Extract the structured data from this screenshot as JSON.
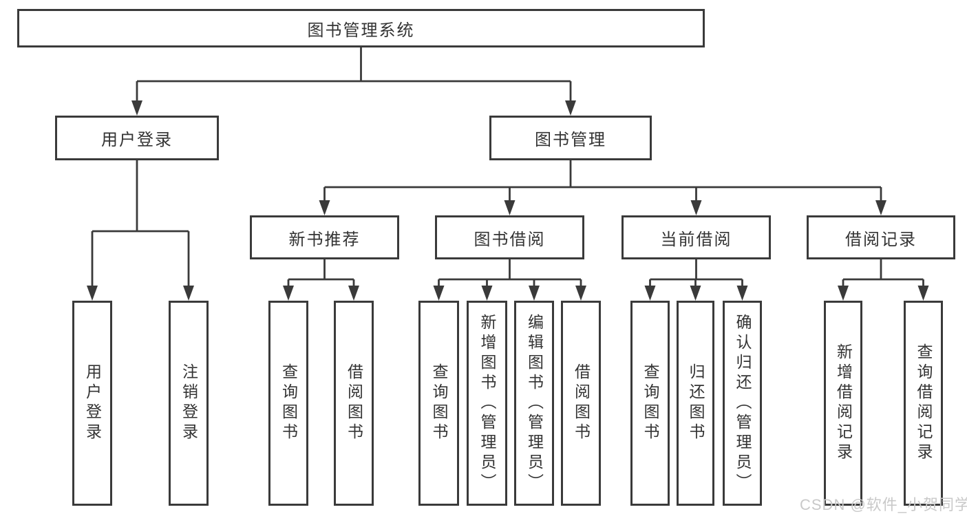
{
  "tree": {
    "label": "图书管理系统",
    "children": [
      {
        "label": "用户登录",
        "children": [
          {
            "label": "用户登录"
          },
          {
            "label": "注销登录"
          }
        ]
      },
      {
        "label": "图书管理",
        "children": [
          {
            "label": "新书推荐",
            "children": [
              {
                "label": "查询图书"
              },
              {
                "label": "借阅图书"
              }
            ]
          },
          {
            "label": "图书借阅",
            "children": [
              {
                "label": "查询图书"
              },
              {
                "label": "新增图书（管理员）"
              },
              {
                "label": "编辑图书（管理员）"
              },
              {
                "label": "借阅图书"
              }
            ]
          },
          {
            "label": "当前借阅",
            "children": [
              {
                "label": "查询图书"
              },
              {
                "label": "归还图书"
              },
              {
                "label": "确认归还（管理员）"
              }
            ]
          },
          {
            "label": "借阅记录",
            "children": [
              {
                "label": "新增借阅记录"
              },
              {
                "label": "查询借阅记录"
              }
            ]
          }
        ]
      }
    ]
  },
  "watermark": "CSDN @软件_小贺同学",
  "colors": {
    "line": "#3a3a3a",
    "text": "#333333",
    "background": "#ffffff",
    "watermark": "#c9c9c9"
  }
}
